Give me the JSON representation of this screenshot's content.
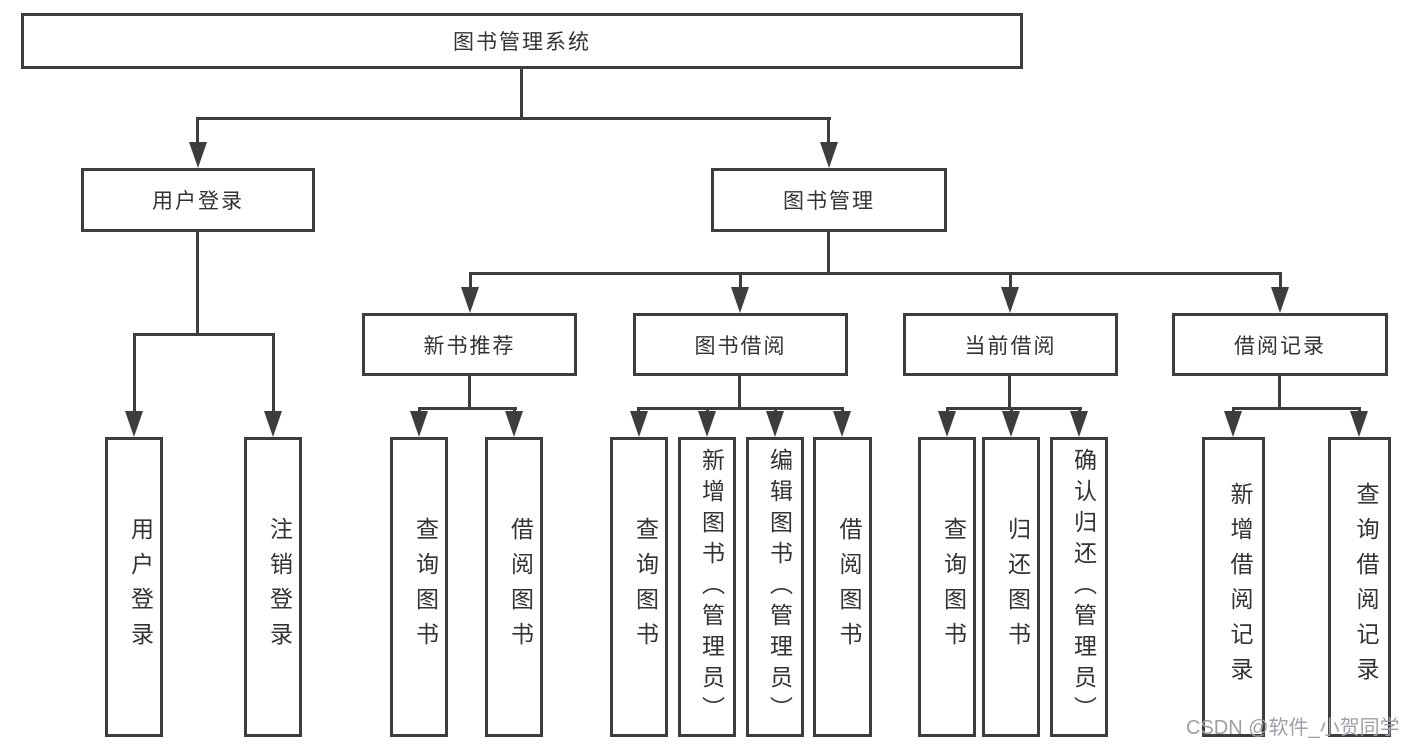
{
  "diagram": {
    "root": {
      "label": "图书管理系统"
    },
    "branches": [
      {
        "label": "用户登录",
        "children": [
          {
            "label": "用户登录"
          },
          {
            "label": "注销登录"
          }
        ]
      },
      {
        "label": "图书管理",
        "children": [
          {
            "label": "新书推荐",
            "children": [
              {
                "label": "查询图书"
              },
              {
                "label": "借阅图书"
              }
            ]
          },
          {
            "label": "图书借阅",
            "children": [
              {
                "label": "查询图书"
              },
              {
                "label": "新增图书（管理员）"
              },
              {
                "label": "编辑图书（管理员）"
              },
              {
                "label": "借阅图书"
              }
            ]
          },
          {
            "label": "当前借阅",
            "children": [
              {
                "label": "查询图书"
              },
              {
                "label": "归还图书"
              },
              {
                "label": "确认归还（管理员）"
              }
            ]
          },
          {
            "label": "借阅记录",
            "children": [
              {
                "label": "新增借阅记录"
              },
              {
                "label": "查询借阅记录"
              }
            ]
          }
        ]
      }
    ]
  },
  "watermark": {
    "text": "CSDN @软件_小贺同学"
  },
  "colors": {
    "line": "#3d3d3d",
    "text": "#333333",
    "watermark": "#9da0a6",
    "background": "#ffffff"
  }
}
